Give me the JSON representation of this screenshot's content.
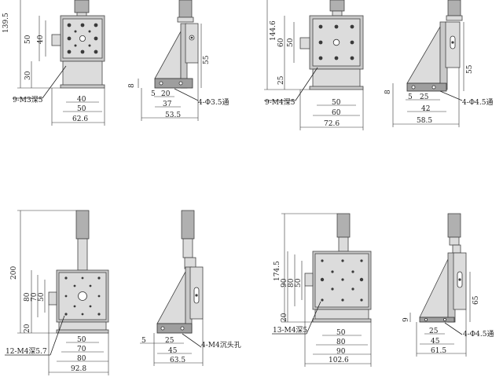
{
  "panels": {
    "s40": {
      "front": {
        "h_total": "139.5",
        "h_50": "50",
        "h_40": "40",
        "h_30": "30",
        "w_40": "40",
        "w_50": "50",
        "w_total": "62.6",
        "thread_note": "9-M3深5"
      },
      "side": {
        "h_55": "55",
        "h_8": "8",
        "w_5": "5",
        "w_20": "20",
        "w_37": "37",
        "w_total": "53.5",
        "hole_note": "4-Φ3.5通"
      }
    },
    "s60": {
      "front": {
        "h_total": "144.6",
        "h_60": "60",
        "h_50": "50",
        "h_25": "25",
        "w_50": "50",
        "w_60": "60",
        "w_total": "72.6",
        "thread_note": "9-M4深5"
      },
      "side": {
        "h_55": "55",
        "h_8": "8",
        "w_5": "5",
        "w_25": "25",
        "w_42": "42",
        "w_total": "58.5",
        "hole_note": "4-Φ4.5通"
      }
    },
    "s80": {
      "front": {
        "h_total": "200",
        "h_80": "80",
        "h_70": "70",
        "h_50": "50",
        "h_20": "20",
        "w_50": "50",
        "w_70": "70",
        "w_80": "80",
        "w_total": "92.8",
        "thread_note": "12-M4深5.7"
      },
      "side": {
        "w_5": "5",
        "w_25": "25",
        "w_45": "45",
        "w_total": "63.5",
        "hole_note": "4-M4沉头孔"
      }
    },
    "s90": {
      "front": {
        "h_total": "174.5",
        "h_90": "90",
        "h_80": "80",
        "h_50": "50",
        "h_20": "20",
        "w_50": "50",
        "w_80": "80",
        "w_90": "90",
        "w_total": "102.6",
        "thread_note": "13-M4深5"
      },
      "side": {
        "h_65": "65",
        "h_9": "9",
        "w_25": "25",
        "w_45": "45",
        "w_total": "61.5",
        "hole_note": "4-Φ4.5通"
      }
    }
  }
}
